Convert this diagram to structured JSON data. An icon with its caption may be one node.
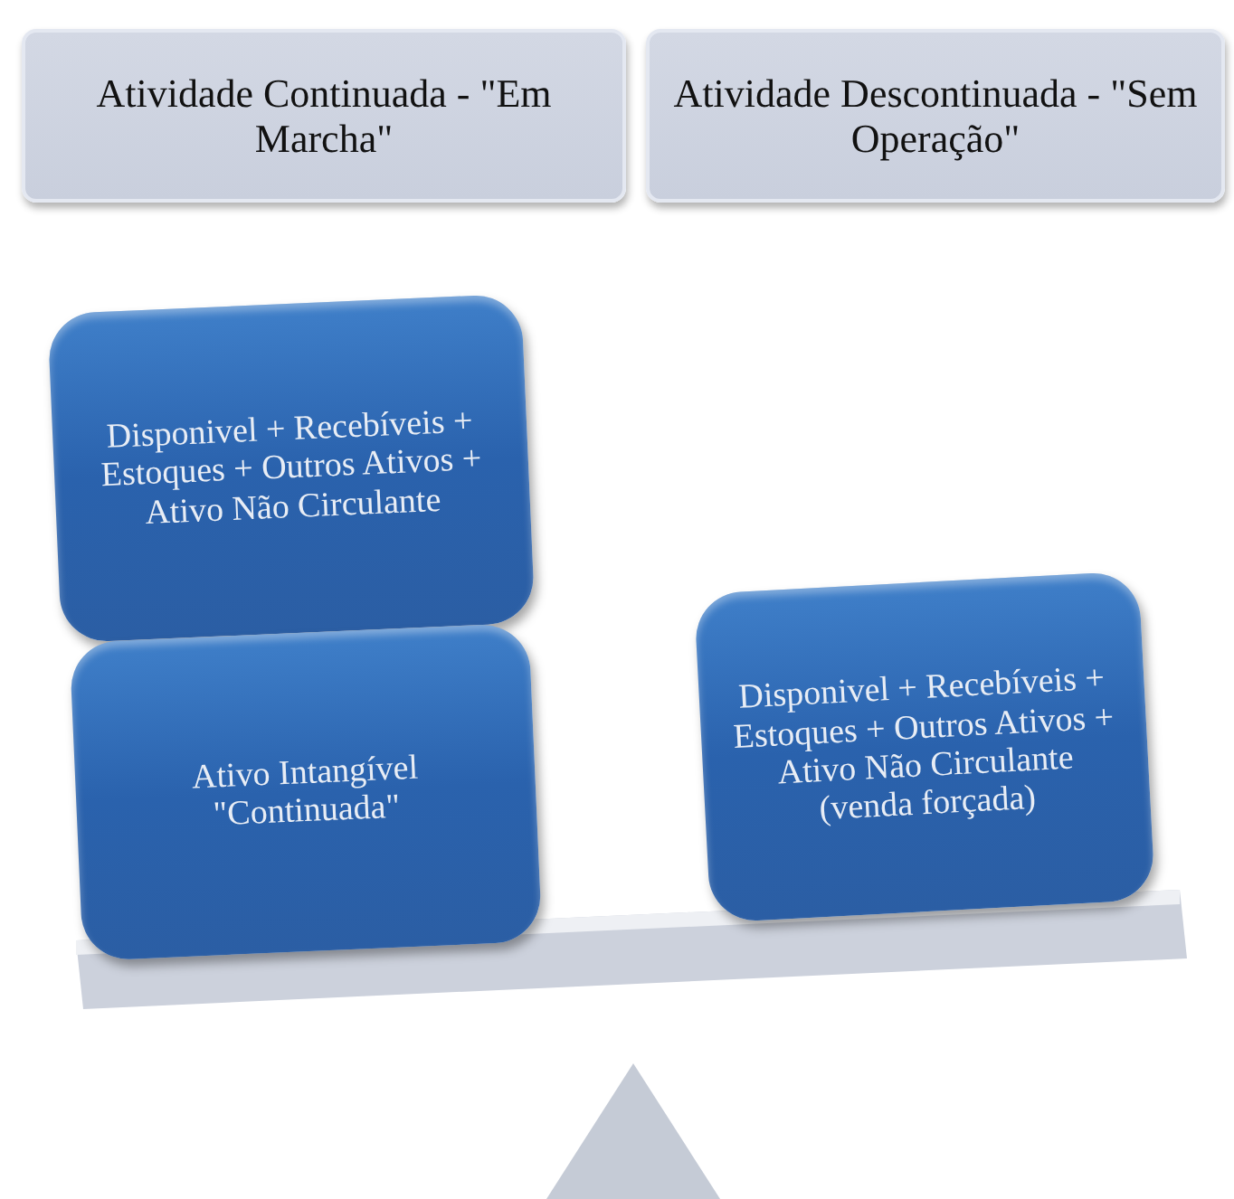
{
  "diagram": {
    "nodes": [
      {
        "text": [
          "Atividade Continuada - \"Em Marcha\""
        ]
      },
      {
        "text": [
          "Atividade Descontinuada - \"Sem Operação\""
        ]
      },
      {
        "text": [
          "Disponivel + Recebíveis + Estoques + Outros Ativos + Ativo Não Circulante"
        ]
      },
      {
        "text": [
          "Ativo Intangível \"Continuada\""
        ]
      },
      {
        "text": [
          "Disponivel + Recebíveis + Estoques + Outros Ativos + Ativo Não Circulante (venda forçada)"
        ]
      }
    ]
  }
}
